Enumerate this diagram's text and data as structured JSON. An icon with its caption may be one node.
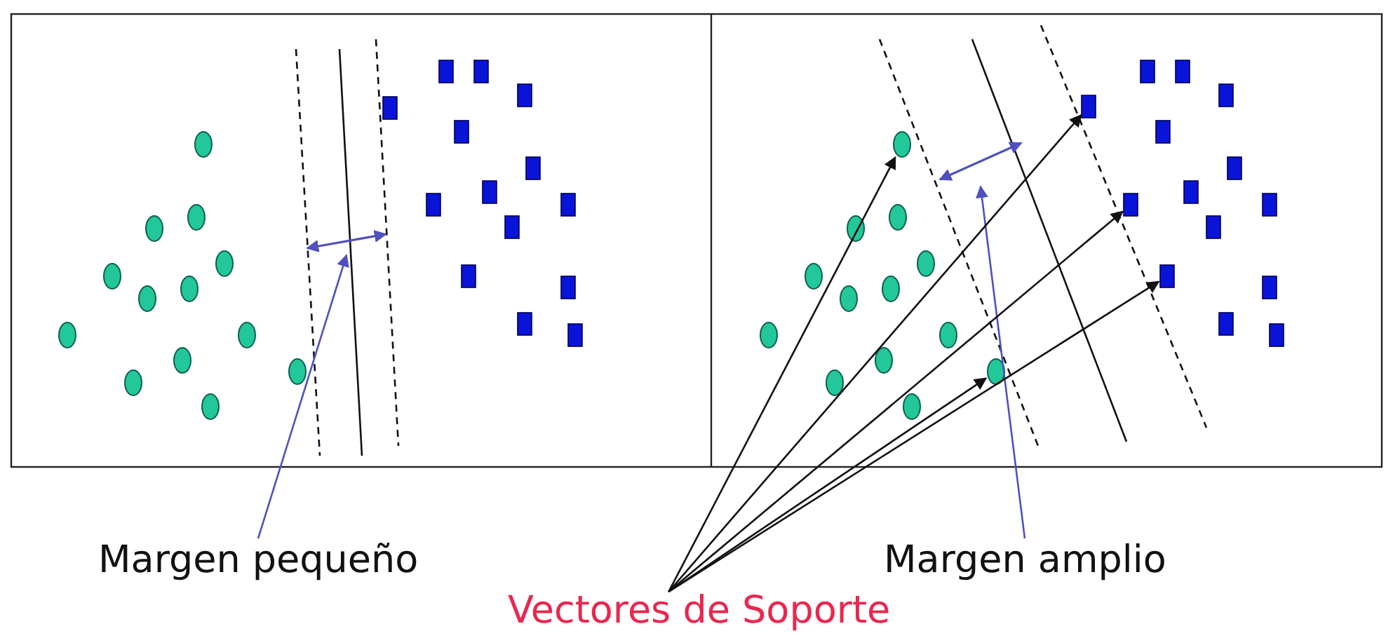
{
  "diagram": {
    "nodes": [
      {
        "text": [
          "Margen pequeño"
        ]
      },
      {
        "text": [],
        "shape": "arrow"
      },
      {
        "text": [
          "Margen amplio"
        ]
      },
      {
        "text": [],
        "shape": "arrow"
      },
      {
        "text": [
          "Vectores de Soporte"
        ]
      },
      {
        "text": [],
        "shape": "circle"
      },
      {
        "text": [],
        "shape": "box"
      },
      {
        "text": [],
        "shape": "box"
      },
      {
        "text": [],
        "shape": "box"
      },
      {
        "text": [],
        "shape": "circle"
      }
    ],
    "edges": [
      {
        "from": 0,
        "to": 1,
        "arrow": "to",
        "color": "#5050c0"
      },
      {
        "from": 2,
        "to": 3,
        "arrow": "to",
        "color": "#5050c0"
      },
      {
        "from": 4,
        "to": 5,
        "arrow": "to"
      },
      {
        "from": 4,
        "to": 6,
        "arrow": "to"
      },
      {
        "from": 4,
        "to": 7,
        "arrow": "to"
      },
      {
        "from": 4,
        "to": 8,
        "arrow": "to"
      },
      {
        "from": 4,
        "to": 9,
        "arrow": "to"
      }
    ]
  }
}
